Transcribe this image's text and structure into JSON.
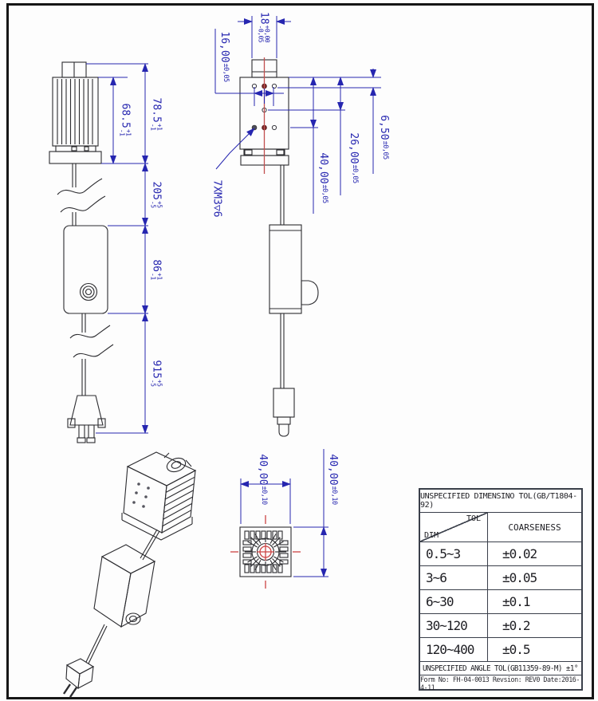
{
  "dimensions": {
    "d68_5": {
      "value": "68.5",
      "plus": "+1",
      "minus": "-1"
    },
    "d78_5": {
      "value": "78.5",
      "plus": "+1",
      "minus": "-1"
    },
    "d205": {
      "value": "205",
      "plus": "+5",
      "minus": "-5"
    },
    "d86": {
      "value": "86",
      "plus": "+1",
      "minus": "-1"
    },
    "d915": {
      "value": "915",
      "plus": "+5",
      "minus": "-5"
    },
    "d18": {
      "value": "18",
      "plus": "+0,00",
      "minus": "-0,05"
    },
    "d16": {
      "value": "16,00",
      "tol": "±0,05"
    },
    "d6_5": {
      "value": "6,50",
      "tol": "±0,05"
    },
    "d26": {
      "value": "26,00",
      "tol": "±0,05"
    },
    "d40_side": {
      "value": "40,00",
      "tol": "±0,05"
    },
    "d40_bottom_w": {
      "value": "40,00",
      "tol": "±0,10"
    },
    "d40_bottom_h": {
      "value": "40,00",
      "tol": "±0,10"
    },
    "thread_note": "7XM3▽6"
  },
  "tolerance_table": {
    "title": "UNSPECIFIED DIMENSINO TOL(GB/T1804-92)",
    "header": {
      "tol": "TOL",
      "dim": "DIM",
      "col2": "COARSENESS"
    },
    "rows": [
      {
        "range": "0.5~3",
        "tol": "±0.02"
      },
      {
        "range": "3~6",
        "tol": "±0.05"
      },
      {
        "range": "6~30",
        "tol": "±0.1"
      },
      {
        "range": "30~120",
        "tol": "±0.2"
      },
      {
        "range": "120~400",
        "tol": "±0.5"
      }
    ],
    "angle_note": "UNSPECIFIED ANGLE TOL(GB11359-89-M) ±1°",
    "form_note": "Form No: FH-04-0013 Revsion: REV0 Date:2016-4-11"
  },
  "colors": {
    "dimension_blue": "#2626b0",
    "centerline_red": "#c25050",
    "line_black": "#2b2b2f"
  }
}
